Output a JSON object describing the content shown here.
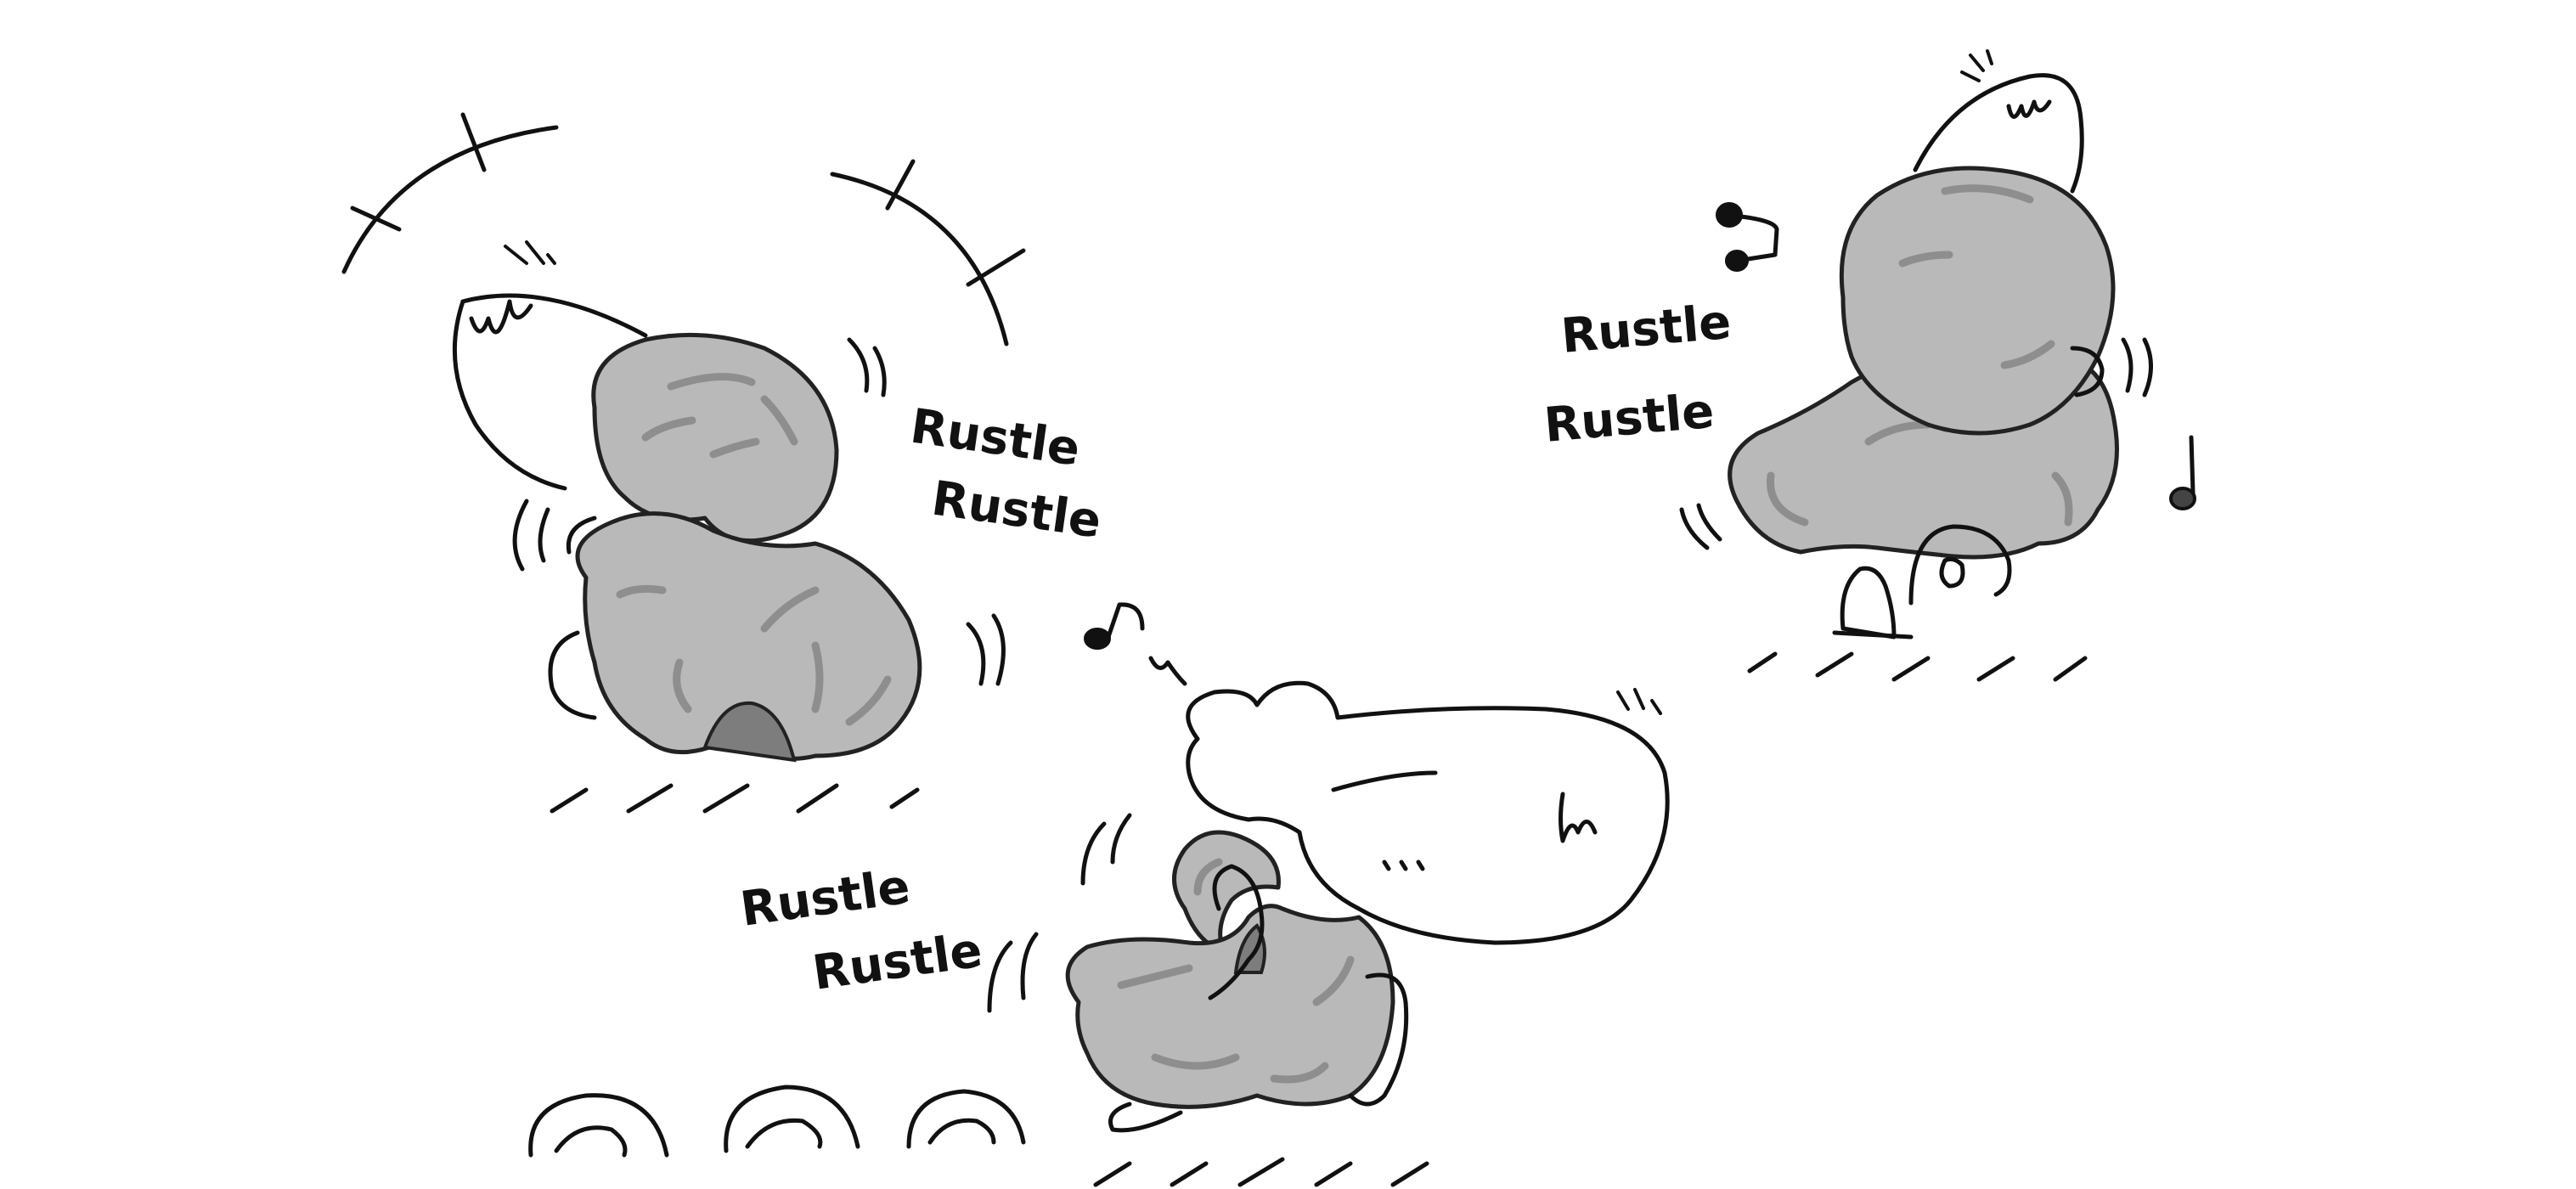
{
  "sound_effects": {
    "left_character": [
      "Rustle",
      "Rustle"
    ],
    "middle_character": [
      "Rustle",
      "Rustle"
    ],
    "right_character": [
      "Rustle",
      "Rustle"
    ]
  },
  "colors": {
    "background": "#ffffff",
    "sack": "#b9b9b9",
    "ink": "#111111"
  }
}
